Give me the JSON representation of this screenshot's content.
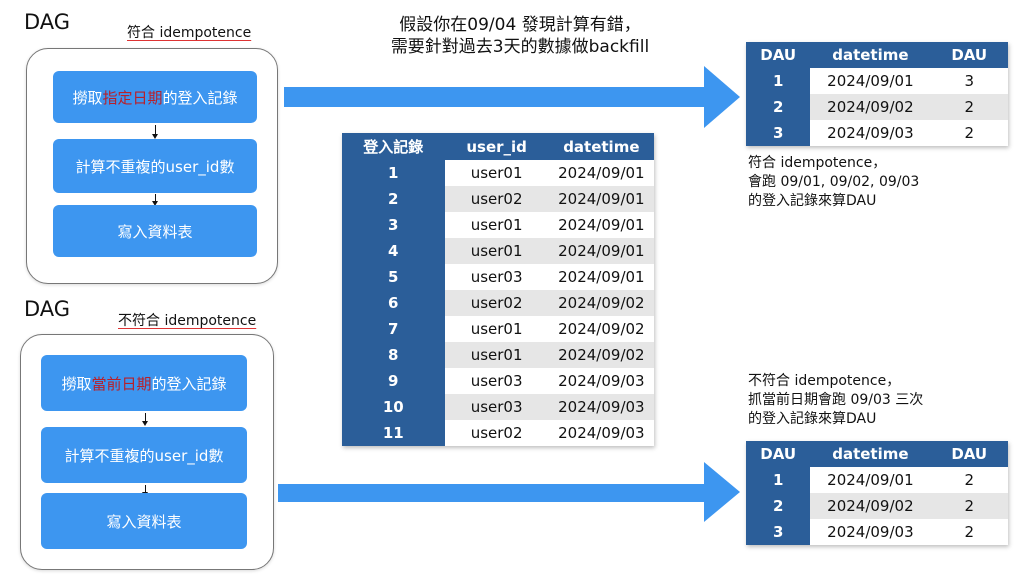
{
  "dag_top": {
    "title": "DAG",
    "subtitle": "符合 idempotence",
    "steps": [
      {
        "prefix": "撈取",
        "highlight": "指定日期",
        "suffix": "的登入記錄"
      },
      {
        "prefix": "計算不重複的user_id數",
        "highlight": "",
        "suffix": ""
      },
      {
        "prefix": "寫入資料表",
        "highlight": "",
        "suffix": ""
      }
    ]
  },
  "dag_bottom": {
    "title": "DAG",
    "subtitle": "不符合 idempotence",
    "steps": [
      {
        "prefix": "撈取",
        "highlight": "當前日期",
        "suffix": "的登入記錄"
      },
      {
        "prefix": "計算不重複的user_id數",
        "highlight": "",
        "suffix": ""
      },
      {
        "prefix": "寫入資料表",
        "highlight": "",
        "suffix": ""
      }
    ]
  },
  "header_note": "假設你在09/04 發現計算有錯，\n需要針對過去3天的數據做backfill",
  "login_table": {
    "headers": [
      "登入記錄",
      "user_id",
      "datetime"
    ],
    "rows": [
      [
        "1",
        "user01",
        "2024/09/01"
      ],
      [
        "2",
        "user02",
        "2024/09/01"
      ],
      [
        "3",
        "user01",
        "2024/09/01"
      ],
      [
        "4",
        "user01",
        "2024/09/01"
      ],
      [
        "5",
        "user03",
        "2024/09/01"
      ],
      [
        "6",
        "user02",
        "2024/09/02"
      ],
      [
        "7",
        "user01",
        "2024/09/02"
      ],
      [
        "8",
        "user01",
        "2024/09/02"
      ],
      [
        "9",
        "user03",
        "2024/09/03"
      ],
      [
        "10",
        "user03",
        "2024/09/03"
      ],
      [
        "11",
        "user02",
        "2024/09/03"
      ]
    ]
  },
  "dau_top": {
    "headers": [
      "DAU",
      "datetime",
      "DAU"
    ],
    "rows": [
      [
        "1",
        "2024/09/01",
        "3"
      ],
      [
        "2",
        "2024/09/02",
        "2"
      ],
      [
        "3",
        "2024/09/03",
        "2"
      ]
    ],
    "note": "符合 idempotence，\n會跑 09/01, 09/02, 09/03\n的登入記錄來算DAU"
  },
  "dau_bottom": {
    "headers": [
      "DAU",
      "datetime",
      "DAU"
    ],
    "rows": [
      [
        "1",
        "2024/09/01",
        "2"
      ],
      [
        "2",
        "2024/09/02",
        "2"
      ],
      [
        "3",
        "2024/09/03",
        "2"
      ]
    ],
    "note": "不符合 idempotence，\n抓當前日期會跑 09/03 三次\n的登入記錄來算DAU"
  },
  "colors": {
    "step_fill": "#3d96f0",
    "table_header": "#2b5e99",
    "arrow": "#3d96f0",
    "highlight_text": "#b8202a",
    "row_alt": "#e6e6e6"
  }
}
